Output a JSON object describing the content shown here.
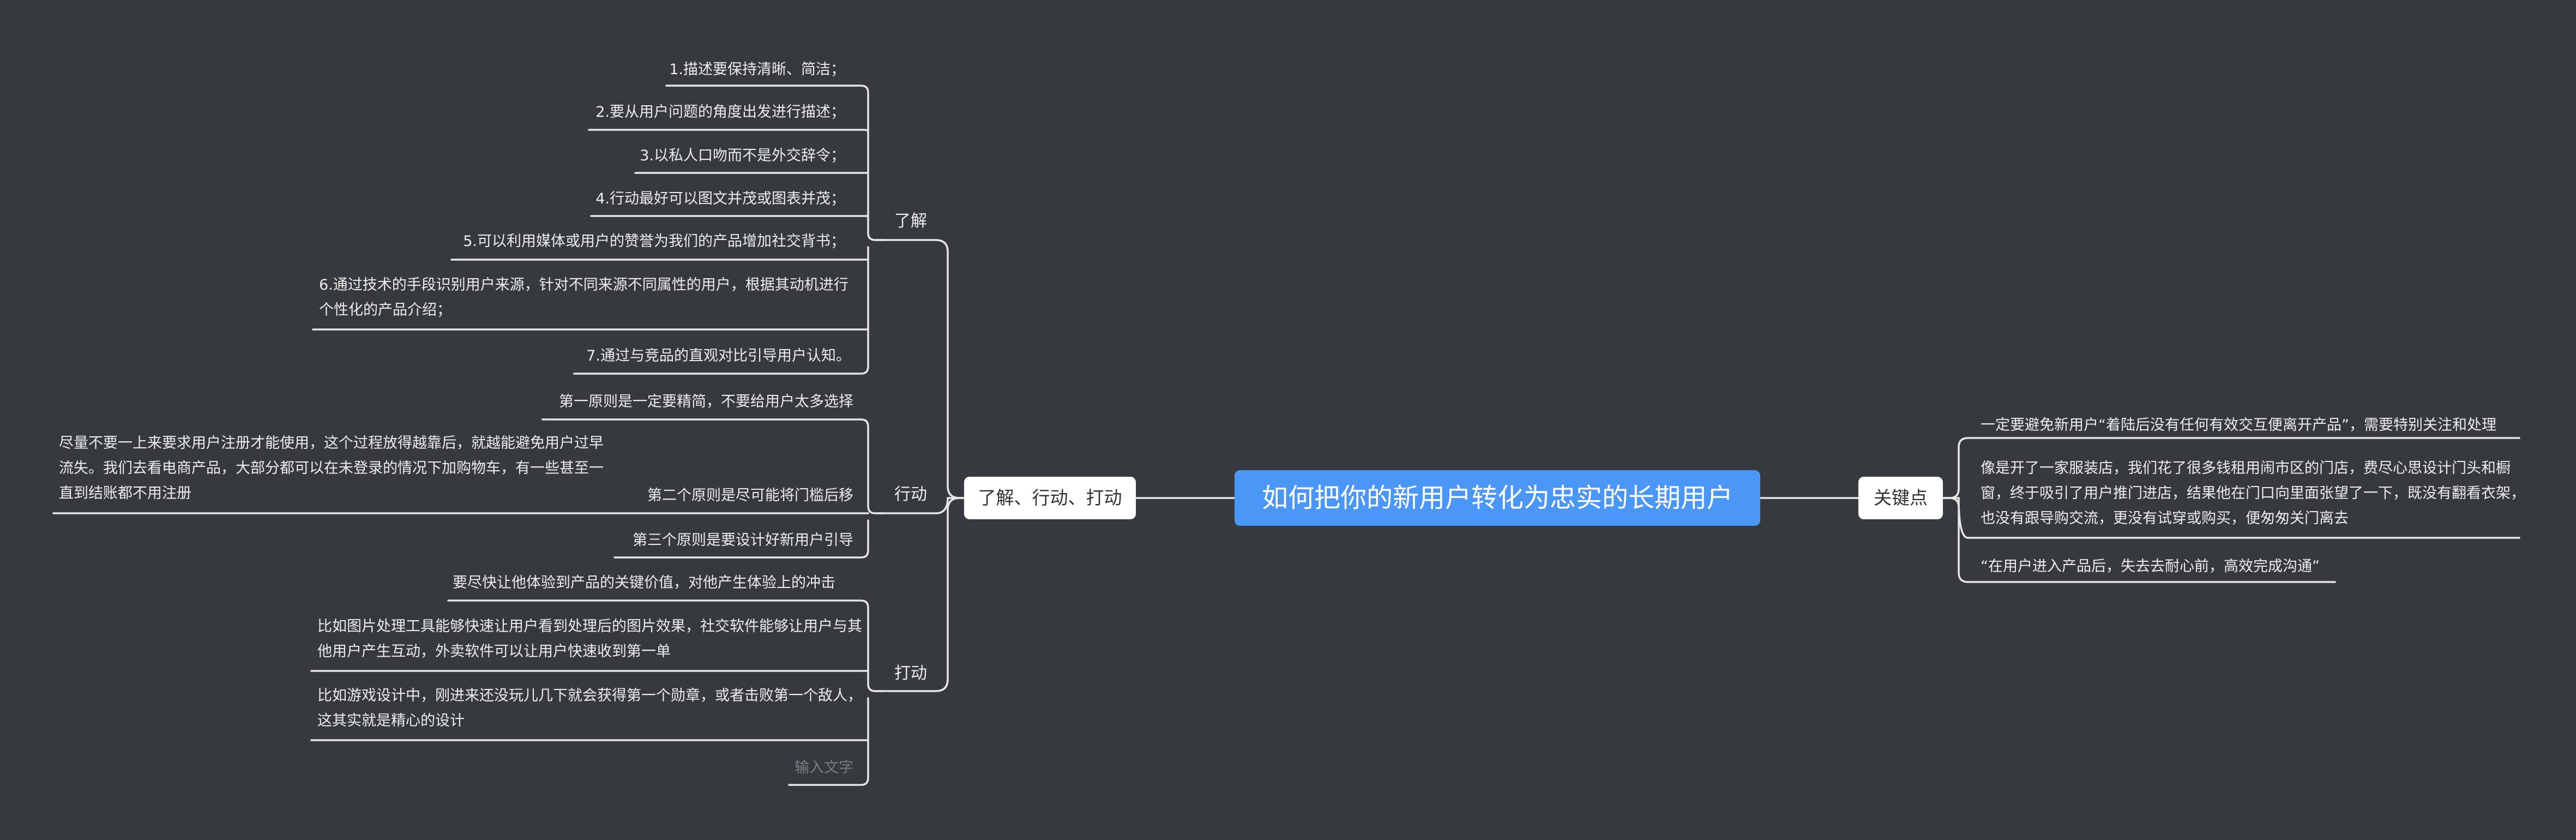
{
  "central": {
    "title": "如何把你的新用户转化为忠实的长期用户"
  },
  "left_main": {
    "label": "了解、行动、打动",
    "groups": [
      {
        "label": "了解",
        "items": [
          "1.描述要保持清晰、简洁；",
          "2.要从用户问题的角度出发进行描述；",
          "3.以私人口吻而不是外交辞令；",
          "4.行动最好可以图文并茂或图表并茂；",
          "5.可以利用媒体或用户的赞誉为我们的产品增加社交背书；",
          "6.通过技术的手段识别用户来源，针对不同来源不同属性的用户，根据其动机进行个性化的产品介绍；",
          "7.通过与竞品的直观对比引导用户认知。"
        ]
      },
      {
        "label": "行动",
        "items": [
          "第一原则是一定要精简，不要给用户太多选择",
          "第二个原则是尽可能将门槛后移",
          "第三个原则是要设计好新用户引导"
        ],
        "detail": "尽量不要一上来要求用户注册才能使用，这个过程放得越靠后，就越能避免用户过早流失。我们去看电商产品，大部分都可以在未登录的情况下加购物车，有一些甚至一直到结账都不用注册"
      },
      {
        "label": "打动",
        "items": [
          "要尽快让他体验到产品的关键价值，对他产生体验上的冲击",
          "比如图片处理工具能够快速让用户看到处理后的图片效果，社交软件能够让用户与其他用户产生互动，外卖软件可以让用户快速收到第一单",
          "比如游戏设计中，刚进来还没玩儿几下就会获得第一个勋章，或者击败第一个敌人，这其实就是精心的设计",
          "输入文字"
        ]
      }
    ]
  },
  "right_main": {
    "label": "关键点",
    "items": [
      "一定要避免新用户“着陆后没有任何有效交互便离开产品”，需要特别关注和处理",
      "像是开了一家服装店，我们花了很多钱租用闹市区的门店，费尽心思设计门头和橱窗，终于吸引了用户推门进店，结果他在门口向里面张望了一下，既没有翻看衣架，也没有跟导购交流，更没有试穿或购买，便匆匆关门离去",
      "“在用户进入产品后，失去去耐心前，高效完成沟通”"
    ]
  },
  "colors": {
    "background": "#363a3f",
    "central": "#4a97f7",
    "line": "#e6e6e6",
    "text": "#ececec"
  }
}
